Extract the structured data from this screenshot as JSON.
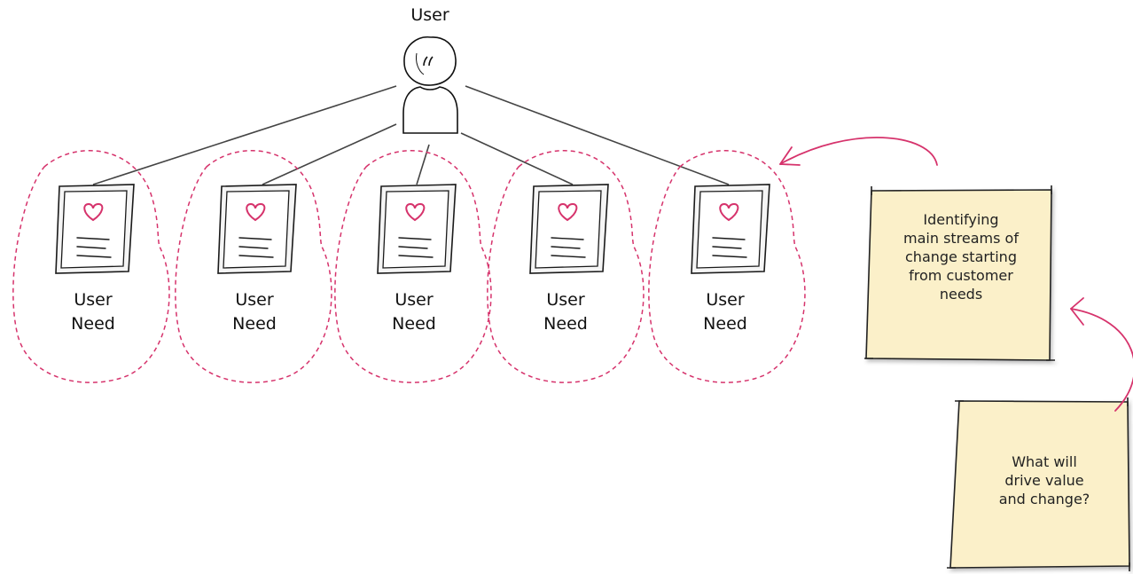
{
  "user": {
    "label": "User"
  },
  "needs": [
    {
      "label": "User\nNeed"
    },
    {
      "label": "User\nNeed"
    },
    {
      "label": "User\nNeed"
    },
    {
      "label": "User\nNeed"
    },
    {
      "label": "User\nNeed"
    }
  ],
  "notes": [
    {
      "text": "Identifying\nmain streams of\nchange starting\nfrom customer\nneeds"
    },
    {
      "text": "What will\ndrive value\nand change?"
    }
  ],
  "colors": {
    "ink": "#1a1a1a",
    "line": "#444444",
    "accent": "#d6336c",
    "note_fill": "#fbf0c9",
    "doc_fill": "#f5f5f5"
  },
  "icons": [
    "user-icon",
    "heart-icon",
    "document-icon",
    "arrow-icon"
  ]
}
